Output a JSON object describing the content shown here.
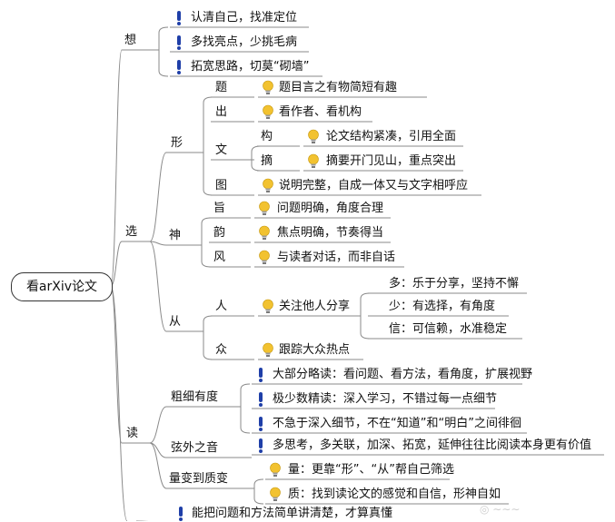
{
  "root": "看arXiv论文",
  "nodes": {
    "xiang": "想",
    "xuan": "选",
    "du": "读",
    "xiang_1": "认清自己，找准定位",
    "xiang_2": "多找亮点，少挑毛病",
    "xiang_3": "拓宽思路，切莫“砌墙”",
    "xing": "形",
    "shen": "神",
    "cong": "从",
    "ti": "题",
    "ti_leaf": "题目言之有物简短有趣",
    "chu": "出",
    "chu_leaf": "看作者、看机构",
    "wen": "文",
    "gou": "构",
    "gou_leaf": "论文结构紧凑，引用全面",
    "zhai": "摘",
    "zhai_leaf": "摘要开门见山，重点突出",
    "tu": "图",
    "tu_leaf": "说明完整，自成一体又与文字相呼应",
    "zhi": "旨",
    "zhi_leaf": "问题明确，角度合理",
    "yun": "韵",
    "yun_leaf": "焦点明确，节奏得当",
    "feng": "风",
    "feng_leaf": "与读者对话，而非自话",
    "ren": "人",
    "ren_leaf": "关注他人分享",
    "duo": "多：乐于分享，坚持不懈",
    "shao": "少：有选择，有角度",
    "xin": "信：可信赖，水准稳定",
    "zhong": "众",
    "zhong_leaf": "跟踪大众热点",
    "cuxi": "粗细有度",
    "cuxi_1": "大部分略读：看问题、看方法，看角度，扩展视野",
    "cuxi_2": "极少数精读：深入学习，不错过每一点细节",
    "cuxi_3": "不急于深入细节，不在“知道”和“明白”之间徘徊",
    "xianwai": "弦外之音",
    "xianwai_leaf": "多思考，多关联，加深、拓宽，延伸往往比阅读本身更有价值",
    "liangbian": "量变到质变",
    "liang": "量：更靠“形”、“从”帮自己筛选",
    "zhi2": "质：找到读论文的感觉和自信，形神自如",
    "bottom_leaf": "能把问题和方法简单讲清楚，才算真懂"
  },
  "colors": {
    "line": "#8a8a8a",
    "exclaim": "#1f3fa8",
    "bulb": "#f2c230",
    "bulb_base": "#9a9a9a"
  },
  "icons": {
    "exclaim": "exclamation-icon",
    "bulb": "lightbulb-icon"
  }
}
